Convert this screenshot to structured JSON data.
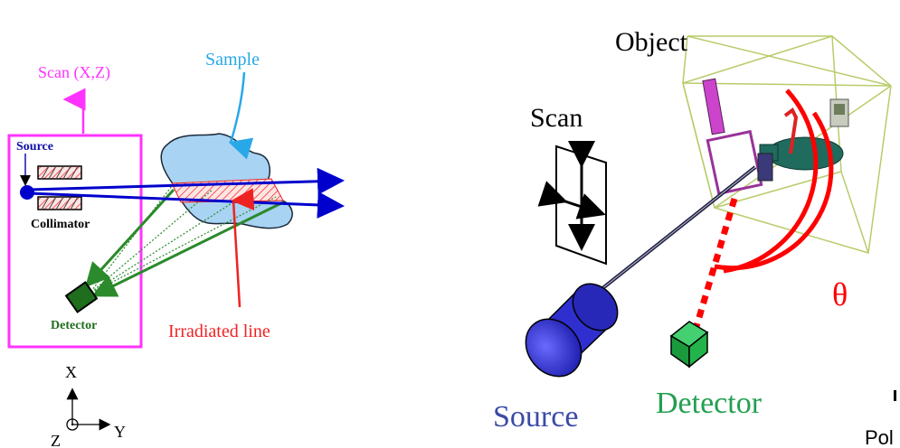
{
  "left_diagram": {
    "scan_label": "Scan (X,Z)",
    "sample_label": "Sample",
    "source_label": "Source",
    "collimator_label": "Collimator",
    "detector_label": "Detector",
    "irradiated_label": "Irradiated line",
    "axes": {
      "x": "X",
      "y": "Y",
      "z": "Z"
    }
  },
  "right_diagram": {
    "object_label": "Object",
    "scan_label": "Scan",
    "theta_label": "θ",
    "source_label": "Source",
    "detector_label": "Detector",
    "cut_off_text": "Pol"
  },
  "colors": {
    "magenta": "#ff33ff",
    "sample_blue": "#29a8e8",
    "sample_fill": "#a9d3f2",
    "beam_blue": "#0000cc",
    "dark_blue_label": "#1010aa",
    "detector_green": "#1e6e1e",
    "arrow_green": "#2b8a2b",
    "irradiated_red": "#ee2222",
    "source3d_blue": "#2f2fd0",
    "detector3d_green": "#22b44a",
    "object_green": "#b8cc6a",
    "theta_red": "#ff0000",
    "source_text_blue": "#3a4aa8",
    "detector_text_green": "#22a050"
  }
}
